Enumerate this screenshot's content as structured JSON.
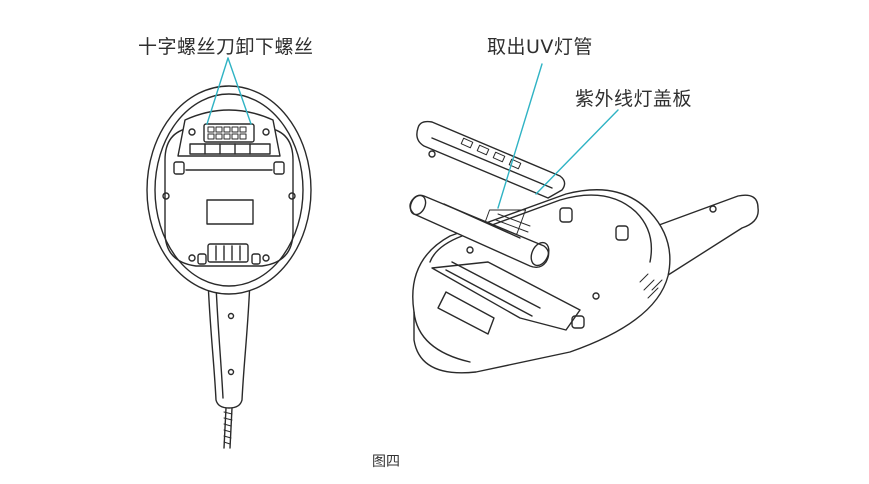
{
  "labels": {
    "screwdriver": "十字螺丝刀卸下螺丝",
    "remove_uv": "取出UV灯管",
    "uv_cover": "紫外线灯盖板"
  },
  "caption": "图四",
  "colors": {
    "line": "#2a2a2a",
    "leader": "#2fb3c4",
    "text": "#2f2f2f",
    "background": "#ffffff"
  }
}
